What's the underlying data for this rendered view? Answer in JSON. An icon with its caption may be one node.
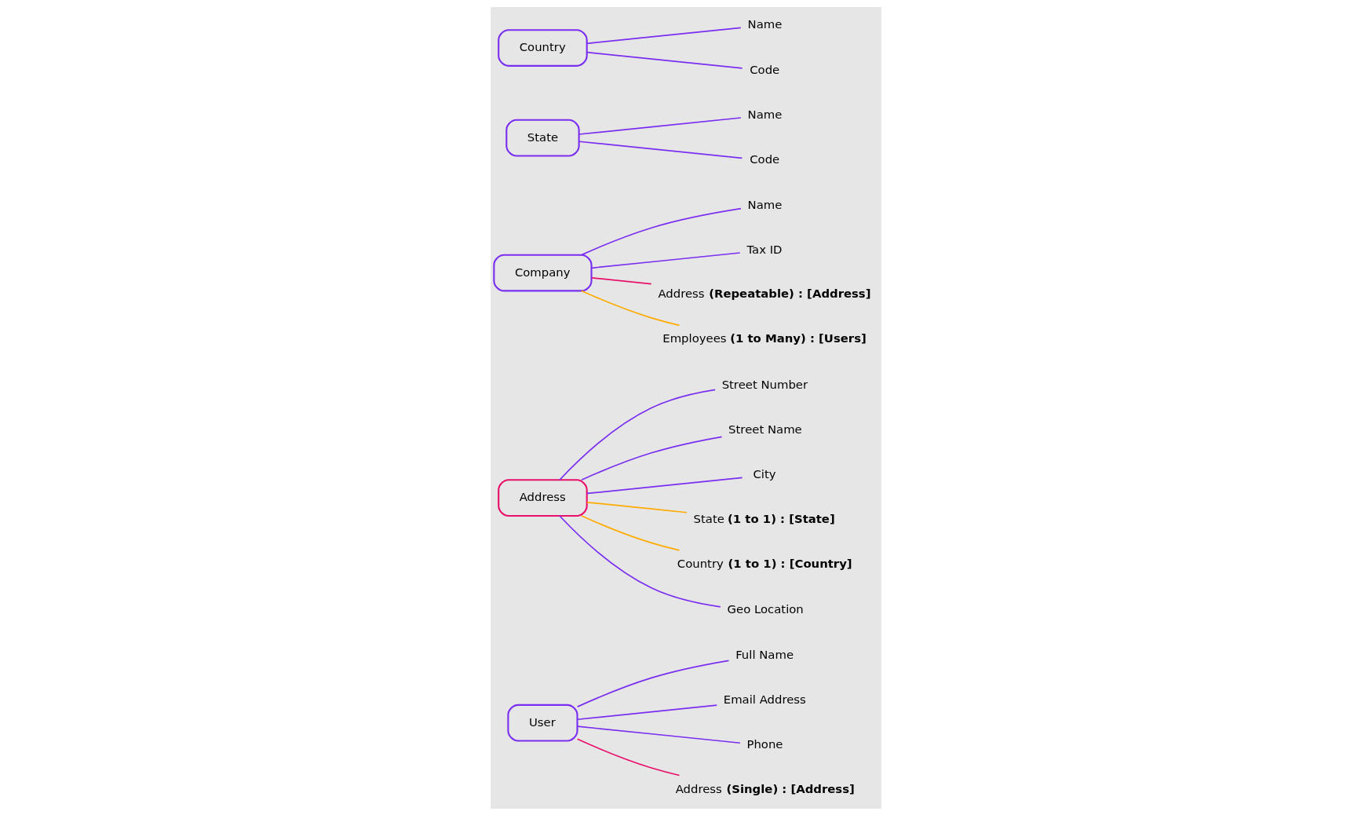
{
  "diagram": {
    "nodes": [
      {
        "text": [
          "User"
        ]
      },
      {
        "text": [
          "Full Name"
        ]
      },
      {
        "text": [
          "Email Address"
        ]
      },
      {
        "text": [
          "Phone"
        ]
      },
      {
        "text": [
          "Address **(Single) : [Address]**"
        ]
      },
      {
        "text": [
          "Address"
        ]
      },
      {
        "text": [
          "Street Number"
        ]
      },
      {
        "text": [
          "Street Name"
        ]
      },
      {
        "text": [
          "City"
        ]
      },
      {
        "text": [
          "State **(1 to 1) : [State]**"
        ]
      },
      {
        "text": [
          "Country **(1 to 1) : [Country]**"
        ]
      },
      {
        "text": [
          "Geo Location"
        ]
      },
      {
        "text": [
          "Company"
        ]
      },
      {
        "text": [
          "Name"
        ]
      },
      {
        "text": [
          "Tax ID"
        ]
      },
      {
        "text": [
          "Address **(Repeatable) : [Address]**"
        ]
      },
      {
        "text": [
          "Employees **(1 to Many) : [Users]**"
        ]
      },
      {
        "text": [
          "State"
        ]
      },
      {
        "text": [
          "Name"
        ]
      },
      {
        "text": [
          "Code"
        ]
      },
      {
        "text": [
          "Country"
        ]
      },
      {
        "text": [
          "Name"
        ]
      },
      {
        "text": [
          "Code"
        ]
      }
    ],
    "edges": [
      {
        "from": 0,
        "to": 1,
        "arrow": "none"
      },
      {
        "from": 0,
        "to": 2,
        "arrow": "none"
      },
      {
        "from": 0,
        "to": 3,
        "arrow": "none"
      },
      {
        "from": 0,
        "to": 4,
        "arrow": "none",
        "color": "#e8106a"
      },
      {
        "from": 5,
        "to": 6,
        "arrow": "none"
      },
      {
        "from": 5,
        "to": 7,
        "arrow": "none"
      },
      {
        "from": 5,
        "to": 8,
        "arrow": "none"
      },
      {
        "from": 5,
        "to": 9,
        "arrow": "none",
        "color": "#ffab00"
      },
      {
        "from": 5,
        "to": 10,
        "arrow": "none",
        "color": "#ffab00"
      },
      {
        "from": 5,
        "to": 11,
        "arrow": "none"
      },
      {
        "from": 12,
        "to": 13,
        "arrow": "none"
      },
      {
        "from": 12,
        "to": 14,
        "arrow": "none"
      },
      {
        "from": 12,
        "to": 15,
        "arrow": "none",
        "color": "#e8106a"
      },
      {
        "from": 12,
        "to": 16,
        "arrow": "none",
        "color": "#ffab00"
      },
      {
        "from": 17,
        "to": 18,
        "arrow": "none"
      },
      {
        "from": 17,
        "to": 19,
        "arrow": "none"
      },
      {
        "from": 20,
        "to": 21,
        "arrow": "none"
      },
      {
        "from": 20,
        "to": 22,
        "arrow": "none"
      }
    ]
  }
}
